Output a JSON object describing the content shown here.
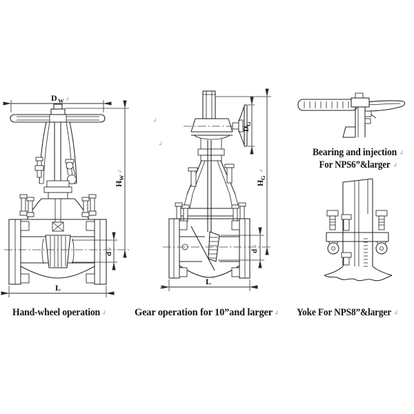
{
  "palette": {
    "background": "#ffffff",
    "ink": "#212121",
    "caption_color": "#14141c",
    "return_mark_color": "#8b8ba6"
  },
  "artifacts": {
    "return_mark": "↲"
  },
  "views": {
    "handwheel_valve": {
      "caption": "Hand-wheel operation",
      "dims": {
        "wheel_dia_main": "D",
        "wheel_dia_sub": "W",
        "height_main": "H",
        "height_sub": "W",
        "bore": "d",
        "face_to_face": "L"
      }
    },
    "gear_valve": {
      "caption": "Gear operation for 10”and larger",
      "dims": {
        "wheel_dia_main": "D",
        "wheel_dia_sub": "G",
        "height_main": "H",
        "height_sub": "G",
        "bore": "d",
        "face_to_face": "L"
      }
    },
    "bearing_detail": {
      "caption_line1": "Bearing and injection",
      "caption_line2": "For NPS6”&larger"
    },
    "yoke_detail": {
      "caption": "Yoke For NPS8”&larger"
    }
  }
}
